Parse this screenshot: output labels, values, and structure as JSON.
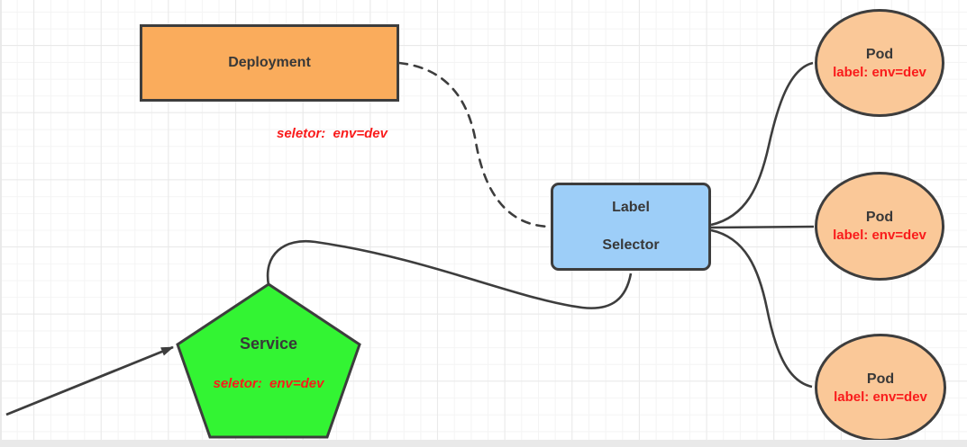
{
  "canvas": {
    "background": "#ffffff",
    "grid_minor_color": "#f4f4f4",
    "grid_major_color": "#e9e9e9",
    "edge_strip_color": "#e9e9e9"
  },
  "colors": {
    "stroke": "#3d3d3d",
    "red_text": "#f91b1b",
    "dark_text": "#383838",
    "deployment_fill": "#faac5c",
    "selector_fill": "#9dcef8",
    "service_fill": "#33f433",
    "pod_fill": "#fac898"
  },
  "nodes": {
    "deployment": {
      "label": "Deployment"
    },
    "deployment_note": {
      "text": "seletor:  env=dev"
    },
    "label_selector": {
      "line1": "Label",
      "line2": "Selector"
    },
    "service": {
      "label": "Service",
      "note": "seletor:  env=dev"
    },
    "pods": [
      {
        "title": "Pod",
        "label": "label: env=dev"
      },
      {
        "title": "Pod",
        "label": "label: env=dev"
      },
      {
        "title": "Pod",
        "label": "label: env=dev"
      }
    ]
  },
  "edges": [
    {
      "from": "deployment",
      "to": "label-selector",
      "style": "dashed"
    },
    {
      "from": "service",
      "to": "label-selector",
      "style": "solid"
    },
    {
      "from": "label-selector",
      "to": "pod-1",
      "style": "solid"
    },
    {
      "from": "label-selector",
      "to": "pod-2",
      "style": "solid"
    },
    {
      "from": "label-selector",
      "to": "pod-3",
      "style": "solid"
    },
    {
      "from": "outside",
      "to": "service",
      "style": "solid-arrow"
    }
  ]
}
